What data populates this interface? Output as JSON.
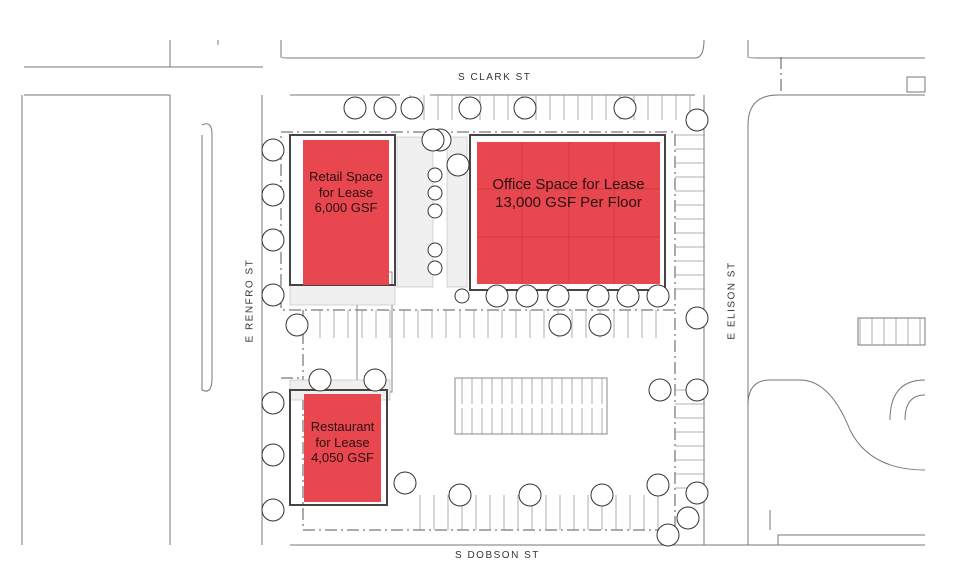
{
  "streets": {
    "north": "S CLARK ST",
    "south": "S DOBSON ST",
    "west": "E RENFRO ST",
    "east": "E ELISON ST"
  },
  "spaces": [
    {
      "id": "retail",
      "line1": "Retail Space",
      "line2": "for Lease",
      "line3": "6,000 GSF",
      "color": "#e8474f"
    },
    {
      "id": "office",
      "line1": "Office Space for Lease",
      "line2": "13,000 GSF Per Floor",
      "line3": "",
      "color": "#e8474f"
    },
    {
      "id": "restaurant",
      "line1": "Restaurant",
      "line2": "for Lease",
      "line3": "4,050 GSF",
      "color": "#e8474f"
    }
  ],
  "colors": {
    "lease_fill": "#e8474f",
    "linework": "#555555",
    "background": "#ffffff"
  }
}
